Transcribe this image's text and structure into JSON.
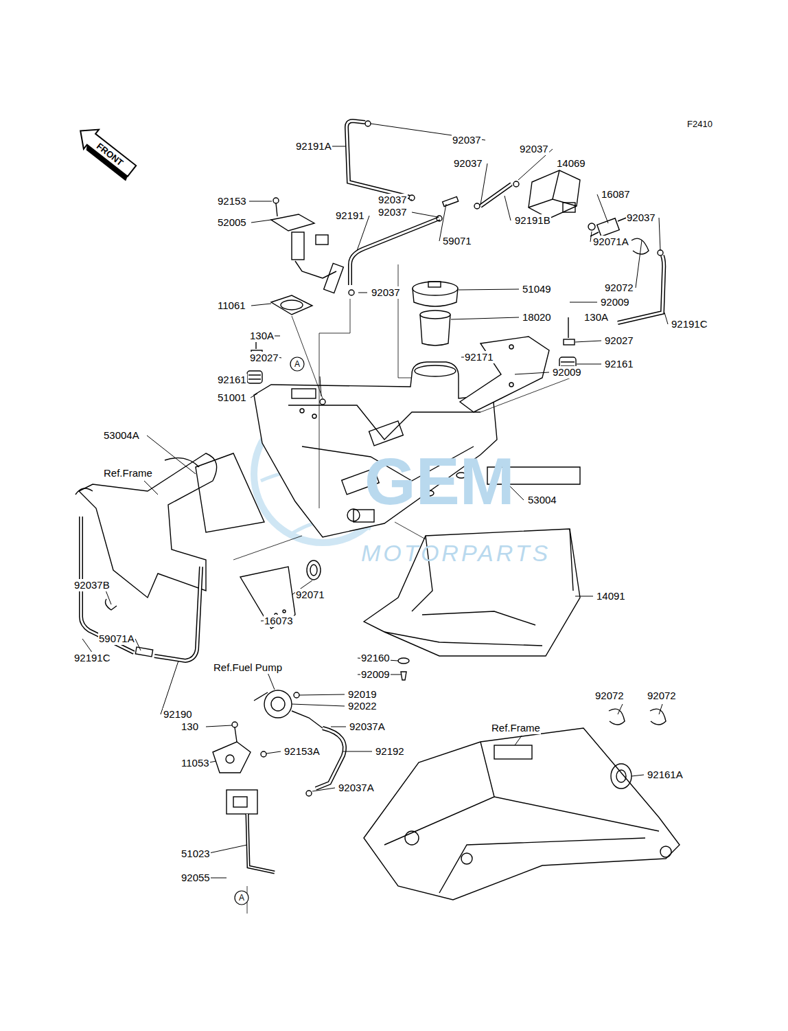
{
  "diagram": {
    "nodes": [
      {
        "text": [
          "FRONT"
        ]
      },
      {
        "text": [
          "A"
        ]
      },
      {
        "text": [
          "A"
        ]
      }
    ],
    "labels": [
      "F2410",
      "92191A",
      "92037",
      "92037",
      "92037",
      "14069",
      "16087",
      "92153",
      "92037",
      "92037",
      "92191",
      "92191B",
      "92037",
      "59071",
      "92071A",
      "52005",
      "92037",
      "92072",
      "92191C",
      "51049",
      "92009",
      "11061",
      "18020",
      "130A",
      "130A",
      "92027",
      "92171",
      "92027",
      "92009",
      "92161",
      "92161",
      "51001",
      "53004A",
      "Ref.Frame",
      "GEM",
      "53004",
      "MOTORPARTS",
      "14091",
      "92071",
      "16073",
      "92037B",
      "59071A",
      "92191C",
      "92190",
      "92160",
      "92009",
      "Ref.Fuel Pump",
      "92019",
      "92022",
      "92037A",
      "130",
      "92072",
      "92072",
      "Ref.Frame",
      "92153A",
      "92192",
      "11053",
      "92161A",
      "92037A",
      "51023",
      "92055"
    ]
  }
}
